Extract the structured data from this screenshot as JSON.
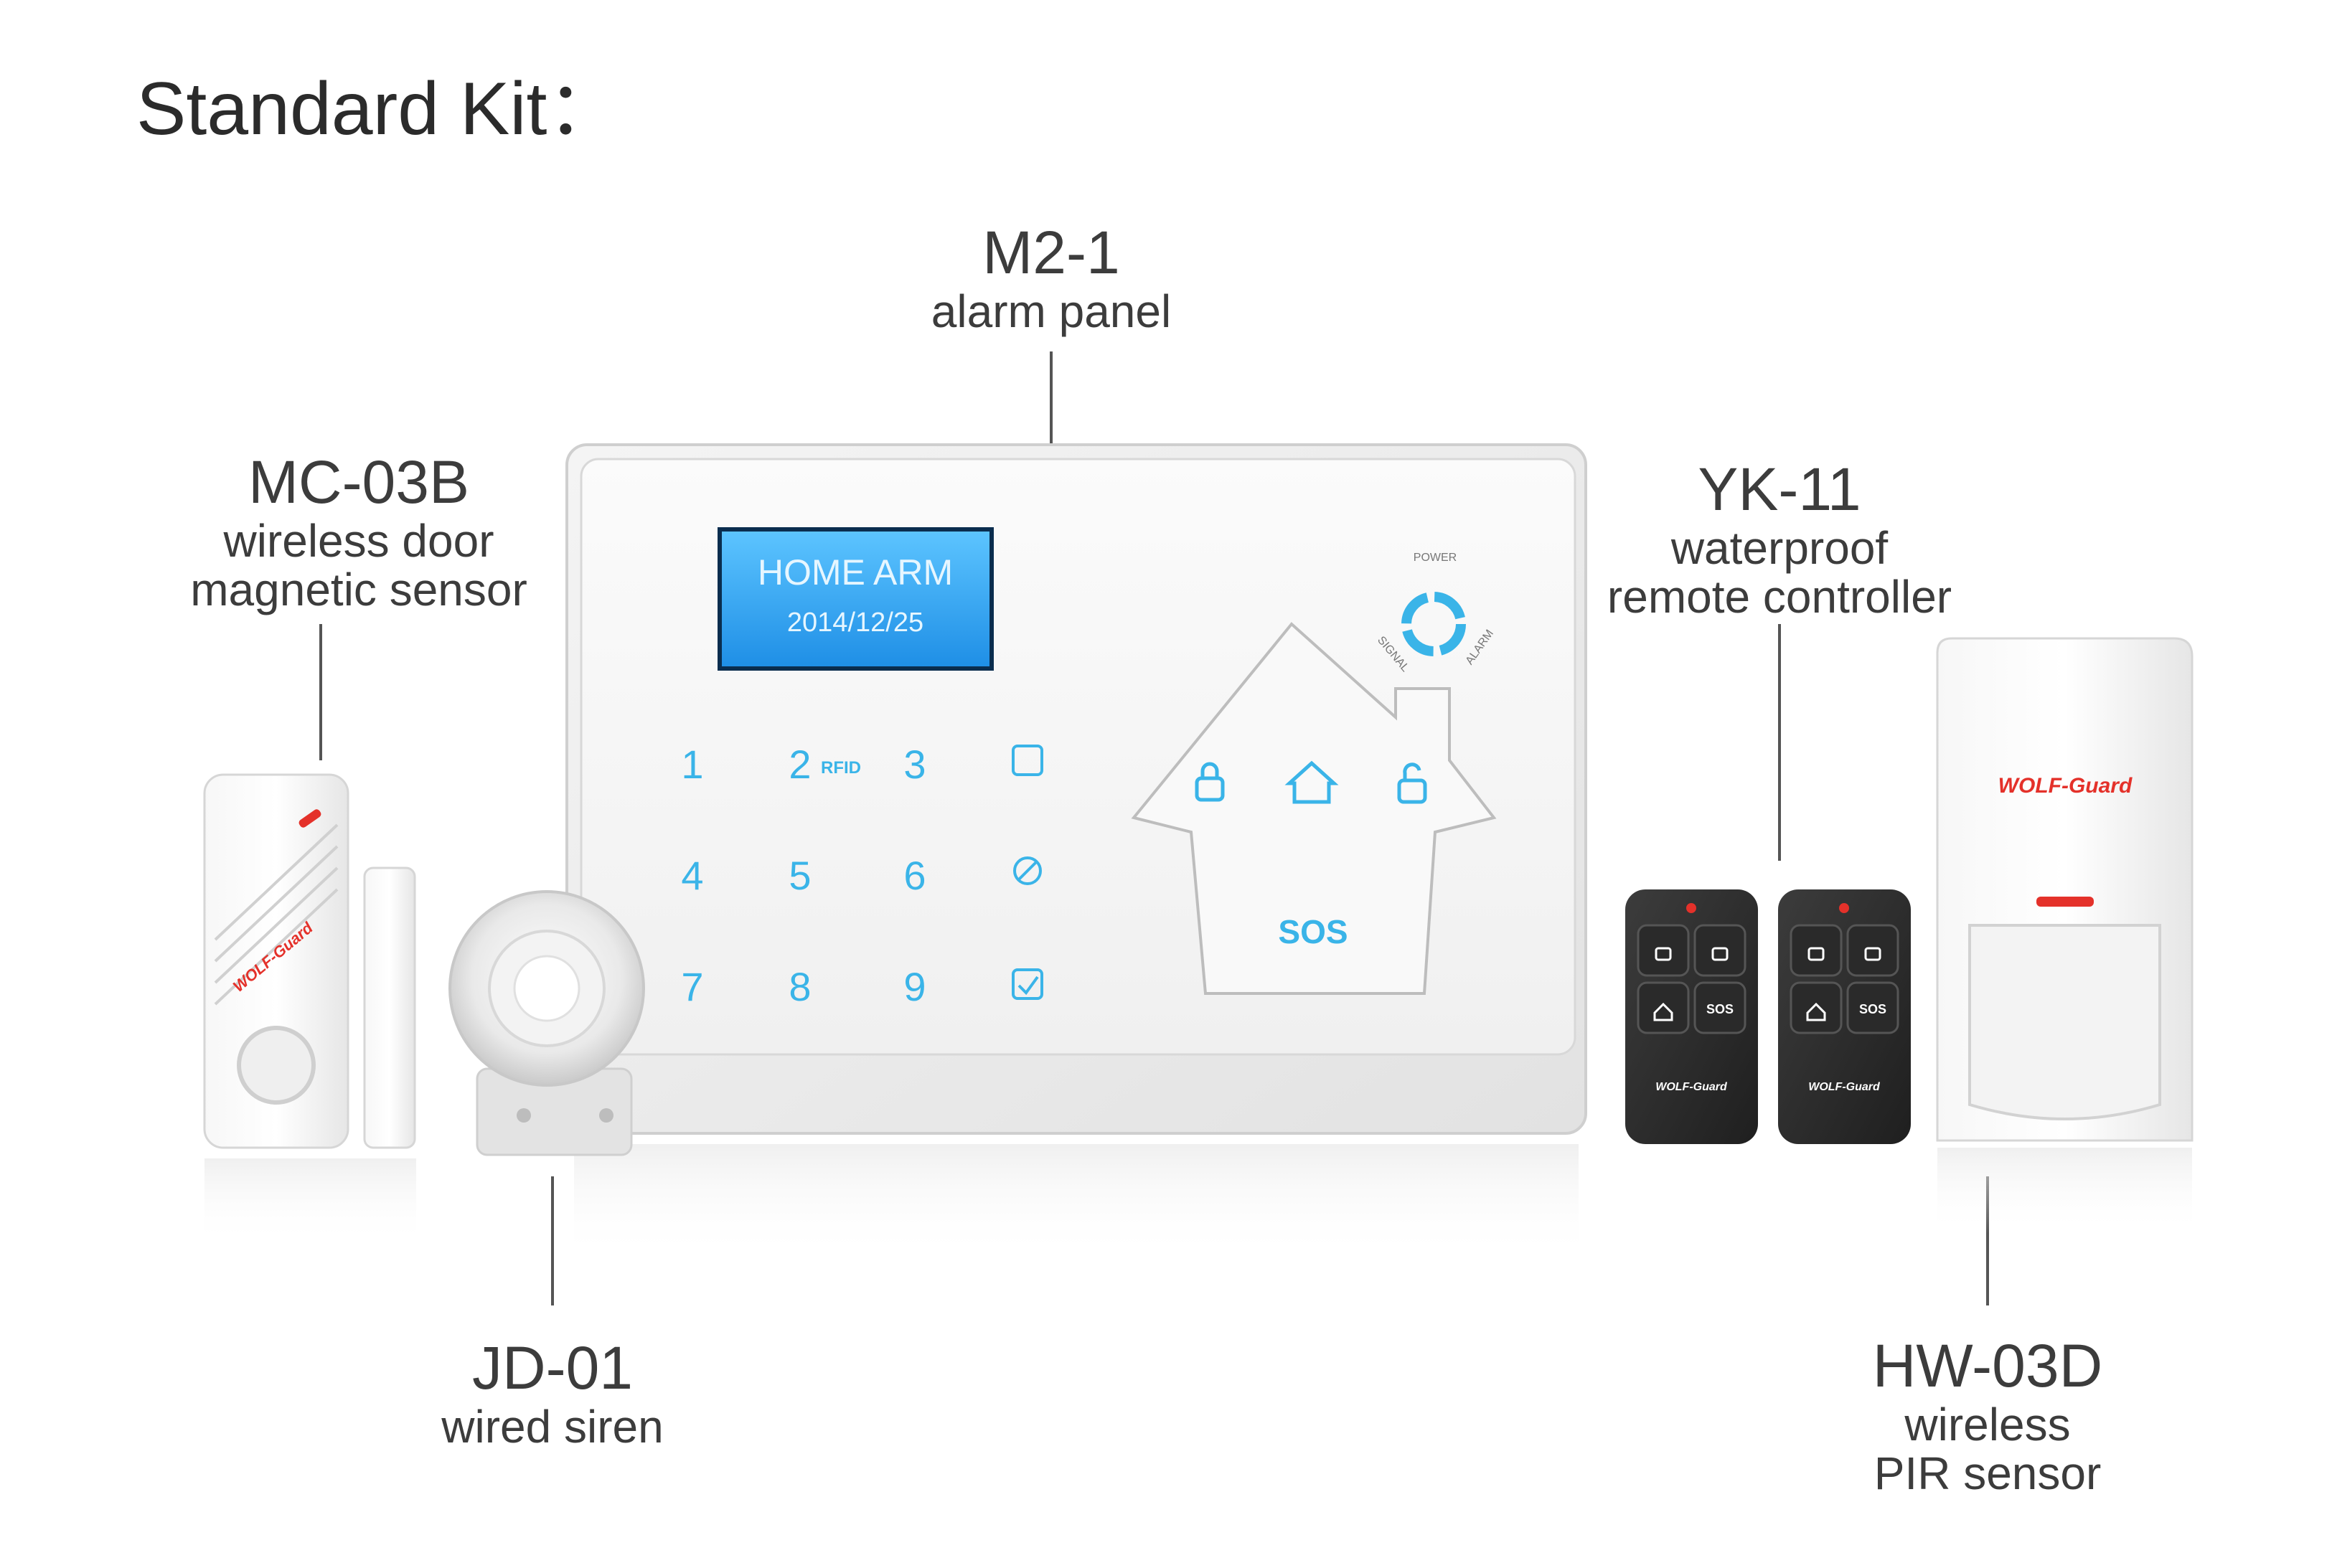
{
  "page_title": "Standard Kit：",
  "products": [
    {
      "model": "M2-1",
      "desc_lines": [
        "alarm panel"
      ]
    },
    {
      "model": "MC-03B",
      "desc_lines": [
        "wireless door",
        "magnetic sensor"
      ]
    },
    {
      "model": "YK-11",
      "desc_lines": [
        "waterproof",
        "remote controller"
      ]
    },
    {
      "model": "JD-01",
      "desc_lines": [
        "wired siren"
      ]
    },
    {
      "model": "HW-03D",
      "desc_lines": [
        "wireless",
        "PIR sensor"
      ]
    }
  ],
  "panel": {
    "lcd_line1": "HOME ARM",
    "lcd_line2": "2014/12/25",
    "keys": [
      "1",
      "2",
      "3",
      "4",
      "5",
      "6",
      "7",
      "8",
      "9"
    ],
    "rfid_label": "RFID",
    "status_labels": [
      "POWER",
      "SIGNAL",
      "ALARM"
    ],
    "sos_label": "SOS",
    "lcd_color": "#2fa3f0",
    "key_color": "#3ab4e8"
  },
  "brand": "WOLF-Guard",
  "remote_sos_label": "SOS",
  "icons": [
    "lock-icon",
    "unlock-icon",
    "home-icon",
    "settings-icon",
    "confirm-icon",
    "clear-icon"
  ]
}
